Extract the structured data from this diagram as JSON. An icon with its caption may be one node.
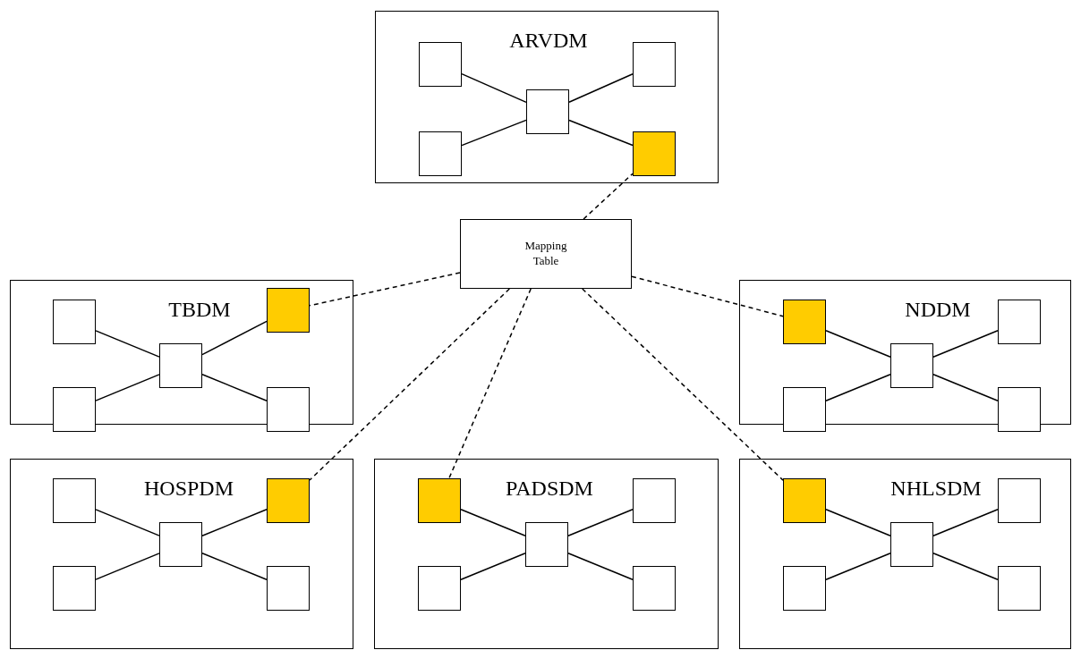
{
  "diagram": {
    "nodes": [
      {
        "text": [
          "ARVDM"
        ]
      },
      {
        "text": [],
        "shape": "box",
        "in": 0
      },
      {
        "text": [],
        "shape": "box",
        "in": 0
      },
      {
        "text": [],
        "shape": "box",
        "in": 0
      },
      {
        "text": [],
        "shape": "box",
        "in": 0
      },
      {
        "text": [],
        "shape": "box",
        "in": 0
      },
      {
        "text": [
          "Mapping Table"
        ]
      },
      {
        "text": [
          "TBDM"
        ]
      },
      {
        "text": [],
        "shape": "box",
        "in": 7
      },
      {
        "text": [],
        "shape": "box",
        "in": 7
      },
      {
        "text": [],
        "shape": "box",
        "in": 7
      },
      {
        "text": [],
        "shape": "box",
        "in": 7
      },
      {
        "text": [],
        "shape": "box",
        "in": 7
      },
      {
        "text": [
          "NDDM"
        ]
      },
      {
        "text": [],
        "shape": "box",
        "in": 13
      },
      {
        "text": [],
        "shape": "box",
        "in": 13
      },
      {
        "text": [],
        "shape": "box",
        "in": 13
      },
      {
        "text": [],
        "shape": "box",
        "in": 13
      },
      {
        "text": [],
        "shape": "box",
        "in": 13
      },
      {
        "text": [
          "HOSPDM"
        ]
      },
      {
        "text": [],
        "shape": "box",
        "in": 19
      },
      {
        "text": [],
        "shape": "box",
        "in": 19
      },
      {
        "text": [],
        "shape": "box",
        "in": 19
      },
      {
        "text": [],
        "shape": "box",
        "in": 19
      },
      {
        "text": [],
        "shape": "box",
        "in": 19
      },
      {
        "text": [
          "PADSDM"
        ]
      },
      {
        "text": [],
        "shape": "box",
        "in": 25
      },
      {
        "text": [],
        "shape": "box",
        "in": 25
      },
      {
        "text": [],
        "shape": "box",
        "in": 25
      },
      {
        "text": [],
        "shape": "box",
        "in": 25
      },
      {
        "text": [],
        "shape": "box",
        "in": 25
      },
      {
        "text": [
          "NHLSDM"
        ]
      },
      {
        "text": [],
        "shape": "box",
        "in": 31
      },
      {
        "text": [],
        "shape": "box",
        "in": 31
      },
      {
        "text": [],
        "shape": "box",
        "in": 31
      },
      {
        "text": [],
        "shape": "box",
        "in": 31
      },
      {
        "text": [],
        "shape": "box",
        "in": 31
      }
    ],
    "edges": [
      {
        "from": 3,
        "to": 1,
        "arrow": "none"
      },
      {
        "from": 3,
        "to": 2,
        "arrow": "none"
      },
      {
        "from": 3,
        "to": 4,
        "arrow": "none"
      },
      {
        "from": 3,
        "to": 5,
        "arrow": "none"
      },
      {
        "from": 10,
        "to": 8,
        "arrow": "none"
      },
      {
        "from": 10,
        "to": 9,
        "arrow": "none"
      },
      {
        "from": 10,
        "to": 11,
        "arrow": "none"
      },
      {
        "from": 10,
        "to": 12,
        "arrow": "none"
      },
      {
        "from": 16,
        "to": 14,
        "arrow": "none"
      },
      {
        "from": 16,
        "to": 15,
        "arrow": "none"
      },
      {
        "from": 16,
        "to": 17,
        "arrow": "none"
      },
      {
        "from": 16,
        "to": 18,
        "arrow": "none"
      },
      {
        "from": 22,
        "to": 20,
        "arrow": "none"
      },
      {
        "from": 22,
        "to": 21,
        "arrow": "none"
      },
      {
        "from": 22,
        "to": 23,
        "arrow": "none"
      },
      {
        "from": 22,
        "to": 24,
        "arrow": "none"
      },
      {
        "from": 28,
        "to": 26,
        "arrow": "none"
      },
      {
        "from": 28,
        "to": 27,
        "arrow": "none"
      },
      {
        "from": 28,
        "to": 29,
        "arrow": "none"
      },
      {
        "from": 28,
        "to": 30,
        "arrow": "none"
      },
      {
        "from": 34,
        "to": 32,
        "arrow": "none"
      },
      {
        "from": 34,
        "to": 33,
        "arrow": "none"
      },
      {
        "from": 34,
        "to": 35,
        "arrow": "none"
      },
      {
        "from": 34,
        "to": 36,
        "arrow": "none"
      },
      {
        "from": 6,
        "to": 5,
        "arrow": "none",
        "style": "dashed"
      },
      {
        "from": 6,
        "to": 9,
        "arrow": "none",
        "style": "dashed"
      },
      {
        "from": 6,
        "to": 14,
        "arrow": "none",
        "style": "dashed"
      },
      {
        "from": 6,
        "to": 21,
        "arrow": "none",
        "style": "dashed"
      },
      {
        "from": 6,
        "to": 26,
        "arrow": "none",
        "style": "dashed"
      },
      {
        "from": 6,
        "to": 32,
        "arrow": "none",
        "style": "dashed"
      }
    ]
  }
}
